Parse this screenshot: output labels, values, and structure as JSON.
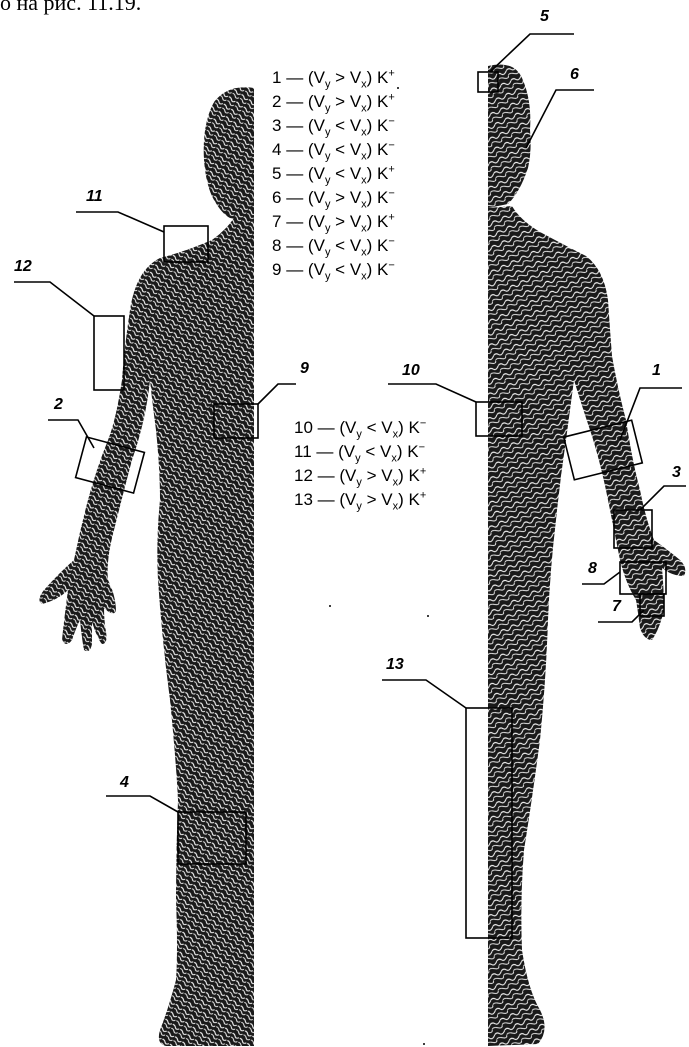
{
  "caption": "о на рис. 11.19.",
  "legend_top": [
    {
      "num": "1",
      "dash": "—",
      "sign": ">",
      "k": "+"
    },
    {
      "num": "2",
      "dash": "—",
      "sign": ">",
      "k": "+"
    },
    {
      "num": "3",
      "dash": "—",
      "sign": "<",
      "k": "−"
    },
    {
      "num": "4",
      "dash": "—",
      "sign": "<",
      "k": "−"
    },
    {
      "num": "5",
      "dash": "—",
      "sign": "<",
      "k": "+"
    },
    {
      "num": "6",
      "dash": "—",
      "sign": ">",
      "k": "−"
    },
    {
      "num": "7",
      "dash": "—",
      "sign": ">",
      "k": "+"
    },
    {
      "num": "8",
      "dash": "—",
      "sign": "<",
      "k": "−"
    },
    {
      "num": "9",
      "dash": "—",
      "sign": "<",
      "k": "−"
    }
  ],
  "legend_bottom": [
    {
      "num": "10",
      "dash": "—",
      "sign": "<",
      "k": "−"
    },
    {
      "num": "11",
      "dash": "—",
      "sign": "<",
      "k": "−"
    },
    {
      "num": "12",
      "dash": "—",
      "sign": ">",
      "k": "+"
    },
    {
      "num": "13",
      "dash": "—",
      "sign": ">",
      "k": "+"
    }
  ],
  "legend_symbols": {
    "v": "V",
    "y": "y",
    "x": "x",
    "k_letter": "K",
    "open": "(",
    "close": ")"
  },
  "callouts": [
    "1",
    "2",
    "3",
    "4",
    "5",
    "6",
    "7",
    "8",
    "9",
    "10",
    "11",
    "12",
    "13"
  ],
  "colors": {
    "ink": "#000000",
    "paper": "#ffffff",
    "figure": "#1a1a1a",
    "hatch": "#ffffff"
  }
}
